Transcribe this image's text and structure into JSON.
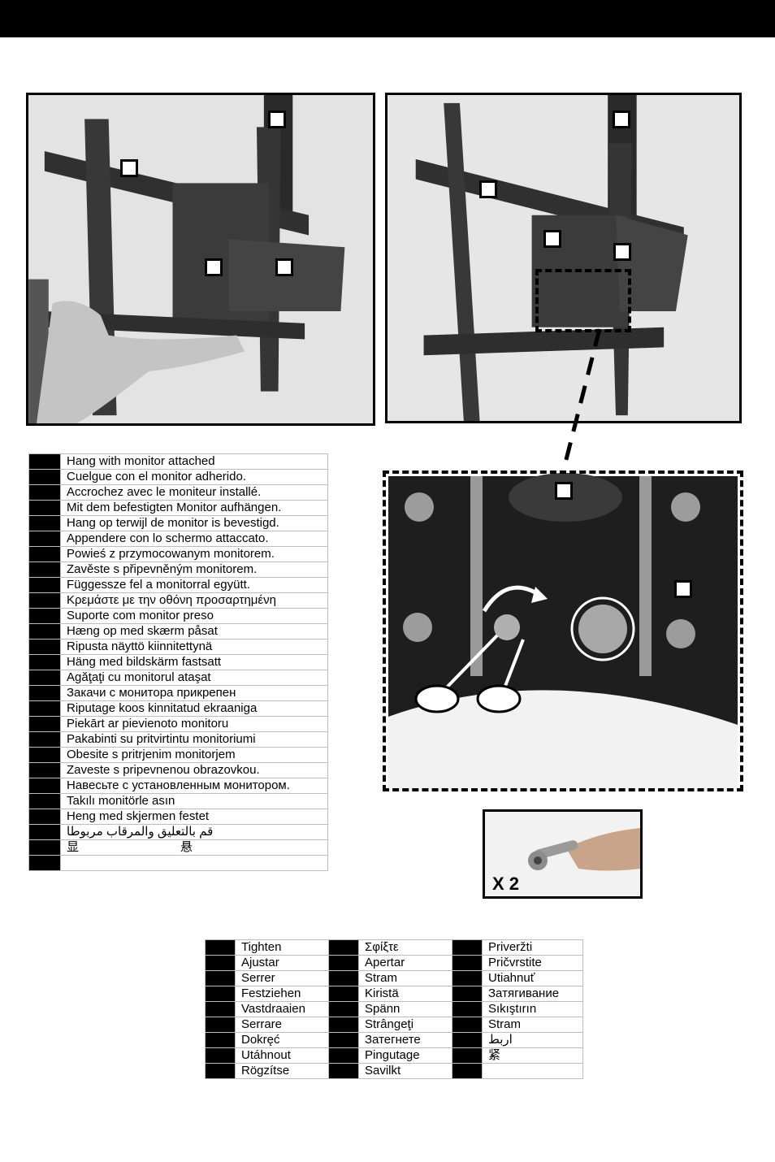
{
  "instruction_rows": [
    {
      "text": "Hang with monitor attached"
    },
    {
      "text": "Cuelgue con el monitor adherido."
    },
    {
      "text": "Accrochez avec le moniteur installé."
    },
    {
      "text": "Mit dem befestigten Monitor aufhängen."
    },
    {
      "text": "Hang op terwijl de monitor is bevestigd."
    },
    {
      "text": "Appendere con lo schermo attaccato."
    },
    {
      "text": "Powieś z przymocowanym monitorem."
    },
    {
      "text": "Zavěste s připevněným monitorem."
    },
    {
      "text": "Függessze fel a monitorral együtt."
    },
    {
      "text": "Κρεμάστε με την οθόνη προσαρτημένη"
    },
    {
      "text": "Suporte com monitor preso"
    },
    {
      "text": "Hæng op med skærm påsat"
    },
    {
      "text": "Ripusta näyttö kiinnitettynä"
    },
    {
      "text": "Häng med bildskärm fastsatt"
    },
    {
      "text": "Agăţaţi cu monitorul ataşat"
    },
    {
      "text": "Закачи с монитора прикрепен"
    },
    {
      "text": "Riputage koos kinnitatud ekraaniga"
    },
    {
      "text": "Piekārt ar pievienoto monitoru"
    },
    {
      "text": "Pakabinti su pritvirtintu monitoriumi"
    },
    {
      "text": "Obesite s pritrjenim monitorjem"
    },
    {
      "text": "Zaveste s pripevnenou obrazovkou."
    },
    {
      "text": "Навесьте с установленным монитором."
    },
    {
      "text": "Takılı monitörle asın"
    },
    {
      "text": "Heng med skjermen festet"
    },
    {
      "text": "قم بالتعليق والمرقاب مربوطا"
    },
    {
      "text": "显                              悬"
    },
    {
      "text": ""
    }
  ],
  "tighten_columns": [
    [
      "Tighten",
      "Ajustar",
      "Serrer",
      "Festziehen",
      "Vastdraaien",
      "Serrare",
      "Dokręć",
      "Utáhnout",
      "Rögzítse"
    ],
    [
      "Σφίξτε",
      "Apertar",
      "Stram",
      "Kiristä",
      "Spänn",
      "Strângeţi",
      "Затегнете",
      "Pingutage",
      "Savilkt"
    ],
    [
      "Priveržti",
      "Pričvrstite",
      "Utiahnuť",
      "Затягивание",
      "Sıkıştırın",
      "Stram",
      "اربط",
      "紧",
      ""
    ]
  ],
  "ratchet": {
    "multiplier": "X 2"
  },
  "colors": {
    "bar": "#000000",
    "photo_bg": "#d9d9d9",
    "table_border": "#bdbdbd"
  }
}
